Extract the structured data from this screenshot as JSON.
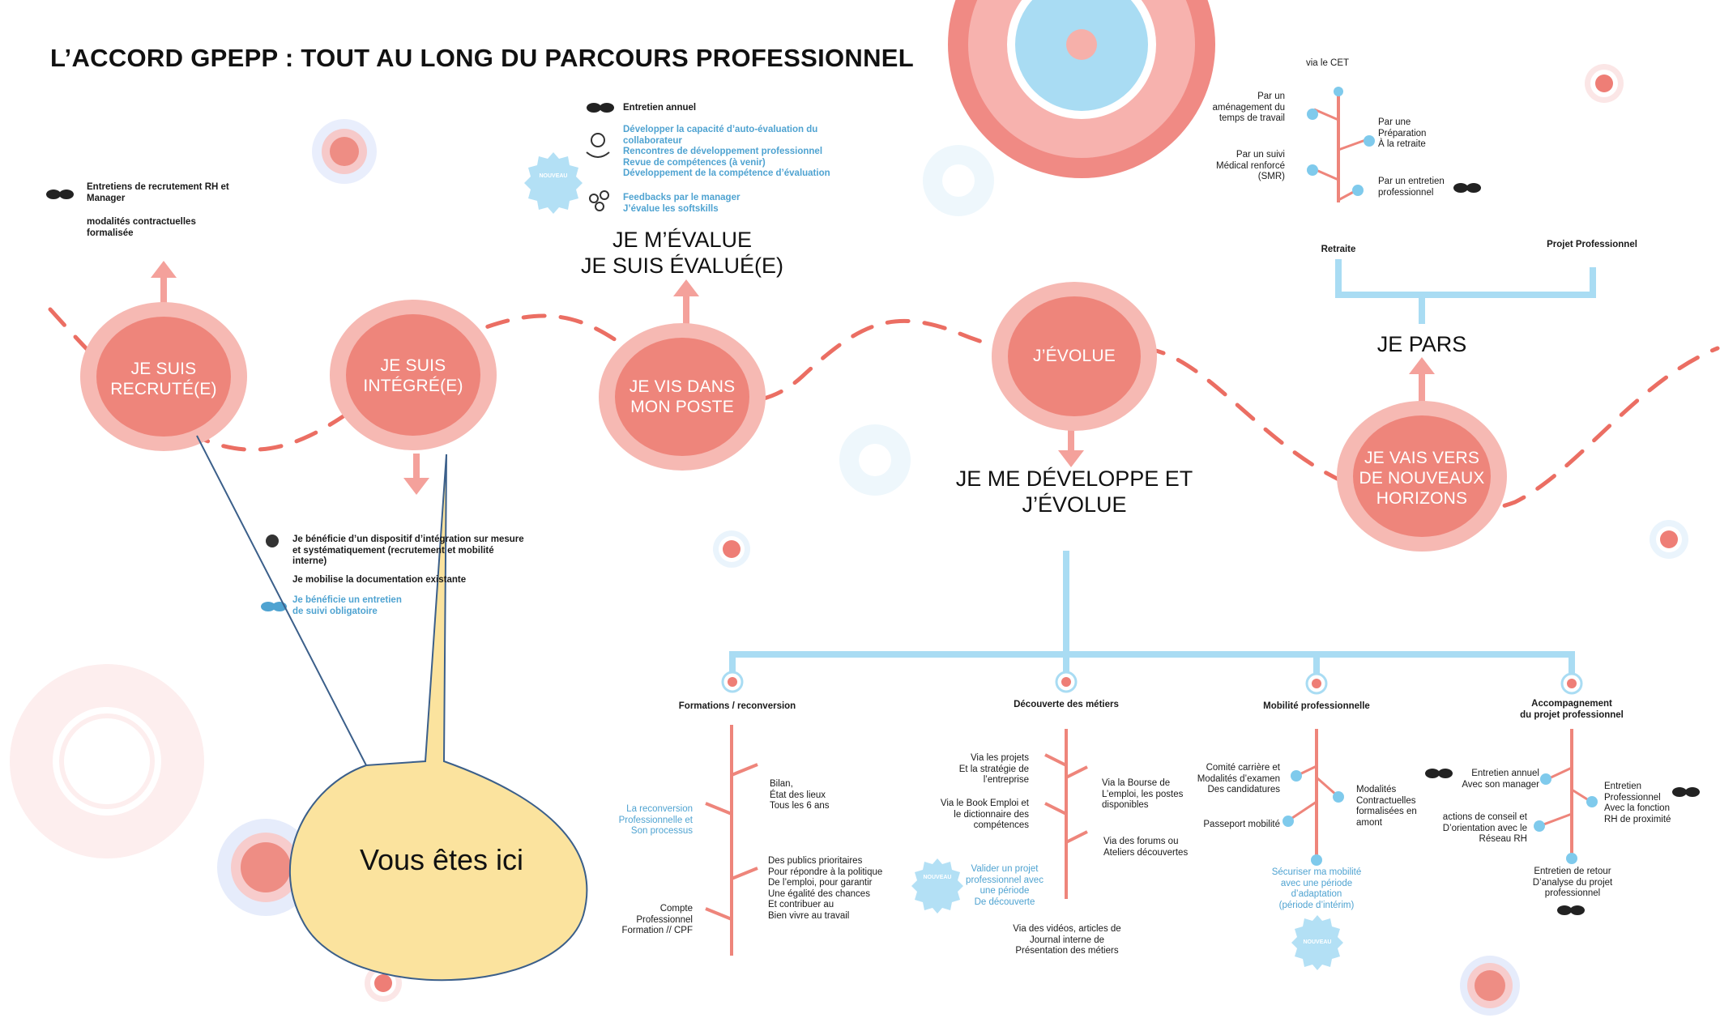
{
  "title": "L’ACCORD GPEPP : TOUT AU LONG DU PARCOURS PROFESSIONNEL",
  "colors": {
    "coral": "#ee857b",
    "ring": "#f6b9b3",
    "dash": "#eb6e63",
    "blue": "#a9dcf3",
    "text_blue": "#4fa3d1",
    "callout": "#fbe39e"
  },
  "icons": [
    "handshake-icon",
    "gear-hand-icon",
    "people-network-icon",
    "touch-hand-icon",
    "new-badge-icon"
  ],
  "steps": {
    "recrute": {
      "label": "JE SUIS\nRECRUTÉ(E)",
      "items": [
        "Entretiens de recrutement RH et\nManager",
        "modalités contractuelles\nformalisée"
      ]
    },
    "integre": {
      "label": "JE SUIS\nINTÉGRÉ(E)",
      "items": [
        "Je bénéficie d’un dispositif d’intégration sur mesure\net systématiquement (recrutement et mobilité\ninterne)",
        "Je mobilise la documentation existante",
        "Je bénéficie un entretien\nde suivi obligatoire"
      ]
    },
    "vis": {
      "label": "JE VIS DANS\nMON POSTE",
      "heading": "JE M’ÉVALUE\nJE SUIS ÉVALUÉ(E)",
      "items": [
        "Entretien annuel",
        "Développer la capacité d’auto-évaluation du\ncollaborateur\nRencontres de développement professionnel\nRevue de compétences (à venir)\nDéveloppement de la compétence d’évaluation",
        "Feedbacks par le manager\nJ’évalue les softskills"
      ],
      "badge": "NOUVEAU"
    },
    "evolue": {
      "label": "J’ÉVOLUE",
      "heading": "JE ME DÉVELOPPE ET\nJ’ÉVOLUE"
    },
    "horizons": {
      "label": "JE VAIS VERS\nDE NOUVEAUX\nHORIZONS",
      "heading": "JE PARS",
      "branches": [
        "Retraite",
        "Projet Professionnel"
      ],
      "retraite_items": [
        "via le CET",
        "Par un\naménagement du\ntemps de travail",
        "Par un suivi\nMédical renforcé\n(SMR)",
        "Par une\nPréparation\nÀ la retraite",
        "Par un entretien\nprofessionnel"
      ]
    }
  },
  "columns": {
    "formations": {
      "title": "Formations / reconversion",
      "left": [
        "La reconversion\nProfessionnelle et\nSon processus",
        "Compte\nProfessionnel\nFormation // CPF"
      ],
      "right": [
        "Bilan,\nÉtat des lieux\nTous les 6 ans",
        "Des publics prioritaires\nPour répondre à la politique\nDe l’emploi, pour garantir\nUne égalité des chances\nEt contribuer au\nBien vivre au travail"
      ]
    },
    "decouverte": {
      "title": "Découverte des métiers",
      "left": [
        "Via les projets\nEt la stratégie de\nl’entreprise",
        "Via le Book Emploi et\nle dictionnaire des\ncompétences",
        "Valider un projet\nprofessionnel avec\nune période\nDe découverte"
      ],
      "right": [
        "Via la Bourse de\nL’emploi, les postes\ndisponibles",
        "Via des forums ou\nAteliers découvertes"
      ],
      "bottom": "Via des vidéos, articles de\nJournal interne de\nPrésentation des métiers"
    },
    "mobilite": {
      "title": "Mobilité professionnelle",
      "left": [
        "Comité carrière et\nModalités d’examen\nDes candidatures",
        "Passeport mobilité"
      ],
      "right": [
        "Modalités\nContractuelles\nformalisées en\namont"
      ],
      "bottom": "Sécuriser ma mobilité\navec une période\nd’adaptation\n(période d’intérim)"
    },
    "accompagnement": {
      "title": "Accompagnement\ndu projet professionnel",
      "left": [
        "Entretien annuel\nAvec son manager",
        "actions de conseil et\nD’orientation avec le\nRéseau RH"
      ],
      "right": [
        "Entretien\nProfessionnel\nAvec la fonction\nRH de proximité"
      ],
      "bottom": "Entretien de retour\nD’analyse du projet\nprofessionnel"
    }
  },
  "badge_label": "NOUVEAU",
  "callout": "Vous êtes ici"
}
